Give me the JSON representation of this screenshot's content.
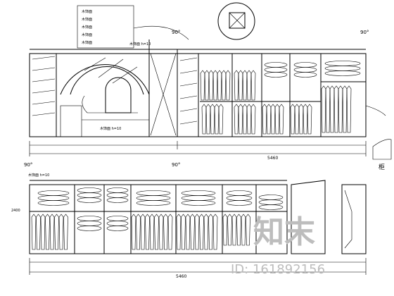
{
  "notes": {
    "top_labels": [
      "木饰面",
      "木饰面",
      "木饰面",
      "木饰面",
      "木饰面"
    ],
    "arch_note": "木饰面 h=10",
    "mid_note": "木饰面 h=10",
    "cabinet_note": "木饰面 h=10"
  },
  "angles": {
    "top_a": "90°",
    "top_b": "90°",
    "bot_a": "90°",
    "bot_b": "90°"
  },
  "dims": {
    "top_total": "5460",
    "bot_total": "5460",
    "side_label": "2400"
  },
  "corner_label": "柜",
  "watermark": {
    "brand": "知末",
    "id": "ID: 161892156"
  }
}
